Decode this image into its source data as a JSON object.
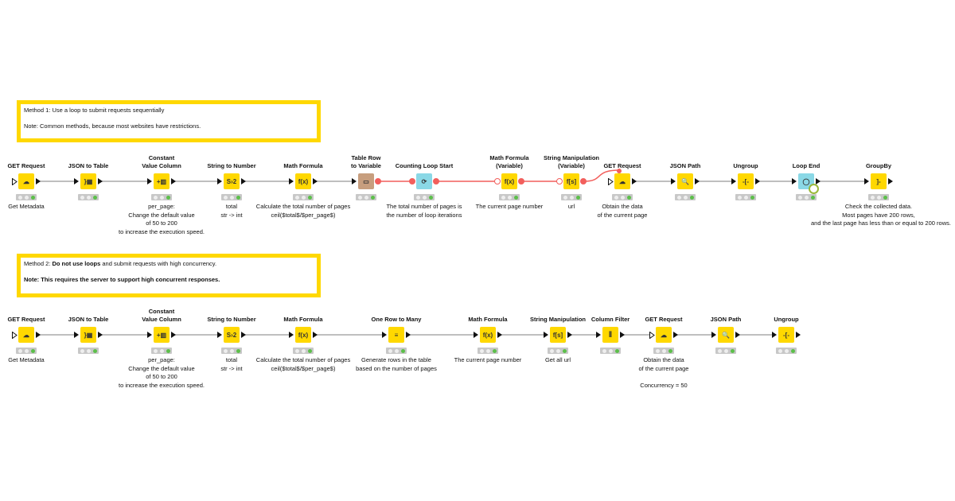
{
  "annotations": [
    {
      "line1": "Method 1: Use a loop to submit requests sequentially",
      "line2": "Note: Common methods, because most websites have restrictions."
    },
    {
      "line1_bold": "Do not use loops",
      "line1_prefix": "Method 2: ",
      "line1_suffix": "  and submit requests with high concurrency.",
      "line2": "Note: This requires the server to support high concurrent responses."
    }
  ],
  "colors": {
    "node_yellow": "#FFD800",
    "node_tan": "#C79E7E",
    "node_loop": "#8AD8E6",
    "flow_var": "#F25F5C",
    "wire": "#999999"
  },
  "method1_nodes": [
    {
      "title": "GET Request",
      "desc": "Get Metadata",
      "icon": "cloud-download-icon",
      "glyph": "☁"
    },
    {
      "title": "JSON to Table",
      "desc": "",
      "icon": "json-table-icon",
      "glyph": "}▦"
    },
    {
      "title": "Constant\nValue Column",
      "desc": "per_page:\nChange the default value\nof 50 to 200\nto increase the execution speed.",
      "icon": "constant-column-icon",
      "glyph": "+▥"
    },
    {
      "title": "String to Number",
      "desc": "total\nstr -> int",
      "icon": "string-to-number-icon",
      "glyph": "S›2"
    },
    {
      "title": "Math Formula",
      "desc": "Calculate the total number of pages\nceil($total$/$per_page$)",
      "icon": "math-formula-icon",
      "glyph": "f(x)"
    },
    {
      "title": "Table Row\nto Variable",
      "desc": "",
      "icon": "table-row-variable-icon",
      "glyph": "▭"
    },
    {
      "title": "Counting Loop Start",
      "desc": "The total number of pages is\nthe number of loop iterations",
      "icon": "loop-start-icon",
      "glyph": "⟳"
    },
    {
      "title": "Math Formula\n(Variable)",
      "desc": "The current page number",
      "icon": "math-formula-variable-icon",
      "glyph": "f(x)"
    },
    {
      "title": "String Manipulation\n(Variable)",
      "desc": "url",
      "icon": "string-manipulation-variable-icon",
      "glyph": "f[s]"
    },
    {
      "title": "GET Request",
      "desc": "Obtain the data\nof the current page",
      "icon": "cloud-download-icon",
      "glyph": "☁"
    },
    {
      "title": "JSON Path",
      "desc": "",
      "icon": "json-path-icon",
      "glyph": "🔍"
    },
    {
      "title": "Ungroup",
      "desc": "",
      "icon": "ungroup-icon",
      "glyph": "-[-"
    },
    {
      "title": "Loop End",
      "desc": "",
      "icon": "loop-end-icon",
      "glyph": "◯"
    },
    {
      "title": "GroupBy",
      "desc": "Check the collected data.\nMost pages have 200 rows,\nand the last page has less than or equal to 200 rows.",
      "icon": "groupby-icon",
      "glyph": "]-"
    }
  ],
  "method2_nodes": [
    {
      "title": "GET Request",
      "desc": "Get Metadata",
      "icon": "cloud-download-icon",
      "glyph": "☁"
    },
    {
      "title": "JSON to Table",
      "desc": "",
      "icon": "json-table-icon",
      "glyph": "}▦"
    },
    {
      "title": "Constant\nValue Column",
      "desc": "per_page:\nChange the default value\nof 50 to 200\nto increase the execution speed.",
      "icon": "constant-column-icon",
      "glyph": "+▥"
    },
    {
      "title": "String to Number",
      "desc": "total\nstr -> int",
      "icon": "string-to-number-icon",
      "glyph": "S›2"
    },
    {
      "title": "Math Formula",
      "desc": "Calculate the total number of pages\nceil($total$/$per_page$)",
      "icon": "math-formula-icon",
      "glyph": "f(x)"
    },
    {
      "title": "One Row to Many",
      "desc": "Generate rows in the table\nbased on the number of pages",
      "icon": "one-row-to-many-icon",
      "glyph": "≡"
    },
    {
      "title": "Math Formula",
      "desc": "The current page number",
      "icon": "math-formula-icon",
      "glyph": "f(x)"
    },
    {
      "title": "String Manipulation",
      "desc": "Get all url",
      "icon": "string-manipulation-icon",
      "glyph": "f[s]"
    },
    {
      "title": "Column Filter",
      "desc": "",
      "icon": "column-filter-icon",
      "glyph": "⫼"
    },
    {
      "title": "GET Request",
      "desc": "Obtain the data\nof the current page\n\nConcurrency = 50",
      "icon": "cloud-download-icon",
      "glyph": "☁"
    },
    {
      "title": "JSON Path",
      "desc": "",
      "icon": "json-path-icon",
      "glyph": "🔍"
    },
    {
      "title": "Ungroup",
      "desc": "",
      "icon": "ungroup-icon",
      "glyph": "-[-"
    }
  ]
}
